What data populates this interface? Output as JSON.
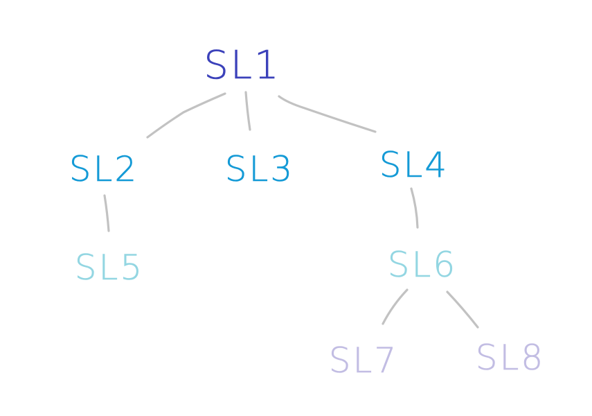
{
  "diagram": {
    "colors": {
      "background": "#ffffff",
      "edge": "#c2c2c2",
      "level1": "#3b41ba",
      "level2": "#149ad6",
      "level3": "#93d6e2",
      "level4": "#c2bde3"
    },
    "nodes": [
      {
        "id": "sl1",
        "label": "SL1",
        "level": "level1"
      },
      {
        "id": "sl2",
        "label": "SL2",
        "level": "level2"
      },
      {
        "id": "sl3",
        "label": "SL3",
        "level": "level2"
      },
      {
        "id": "sl4",
        "label": "SL4",
        "level": "level2"
      },
      {
        "id": "sl5",
        "label": "SL5",
        "level": "level3"
      },
      {
        "id": "sl6",
        "label": "SL6",
        "level": "level3"
      },
      {
        "id": "sl7",
        "label": "SL7",
        "level": "level4"
      },
      {
        "id": "sl8",
        "label": "SL8",
        "level": "level4"
      }
    ],
    "edges": [
      {
        "from": "sl1",
        "to": "sl2"
      },
      {
        "from": "sl1",
        "to": "sl3"
      },
      {
        "from": "sl1",
        "to": "sl4"
      },
      {
        "from": "sl2",
        "to": "sl5"
      },
      {
        "from": "sl4",
        "to": "sl6"
      },
      {
        "from": "sl6",
        "to": "sl7"
      },
      {
        "from": "sl6",
        "to": "sl8"
      }
    ]
  }
}
